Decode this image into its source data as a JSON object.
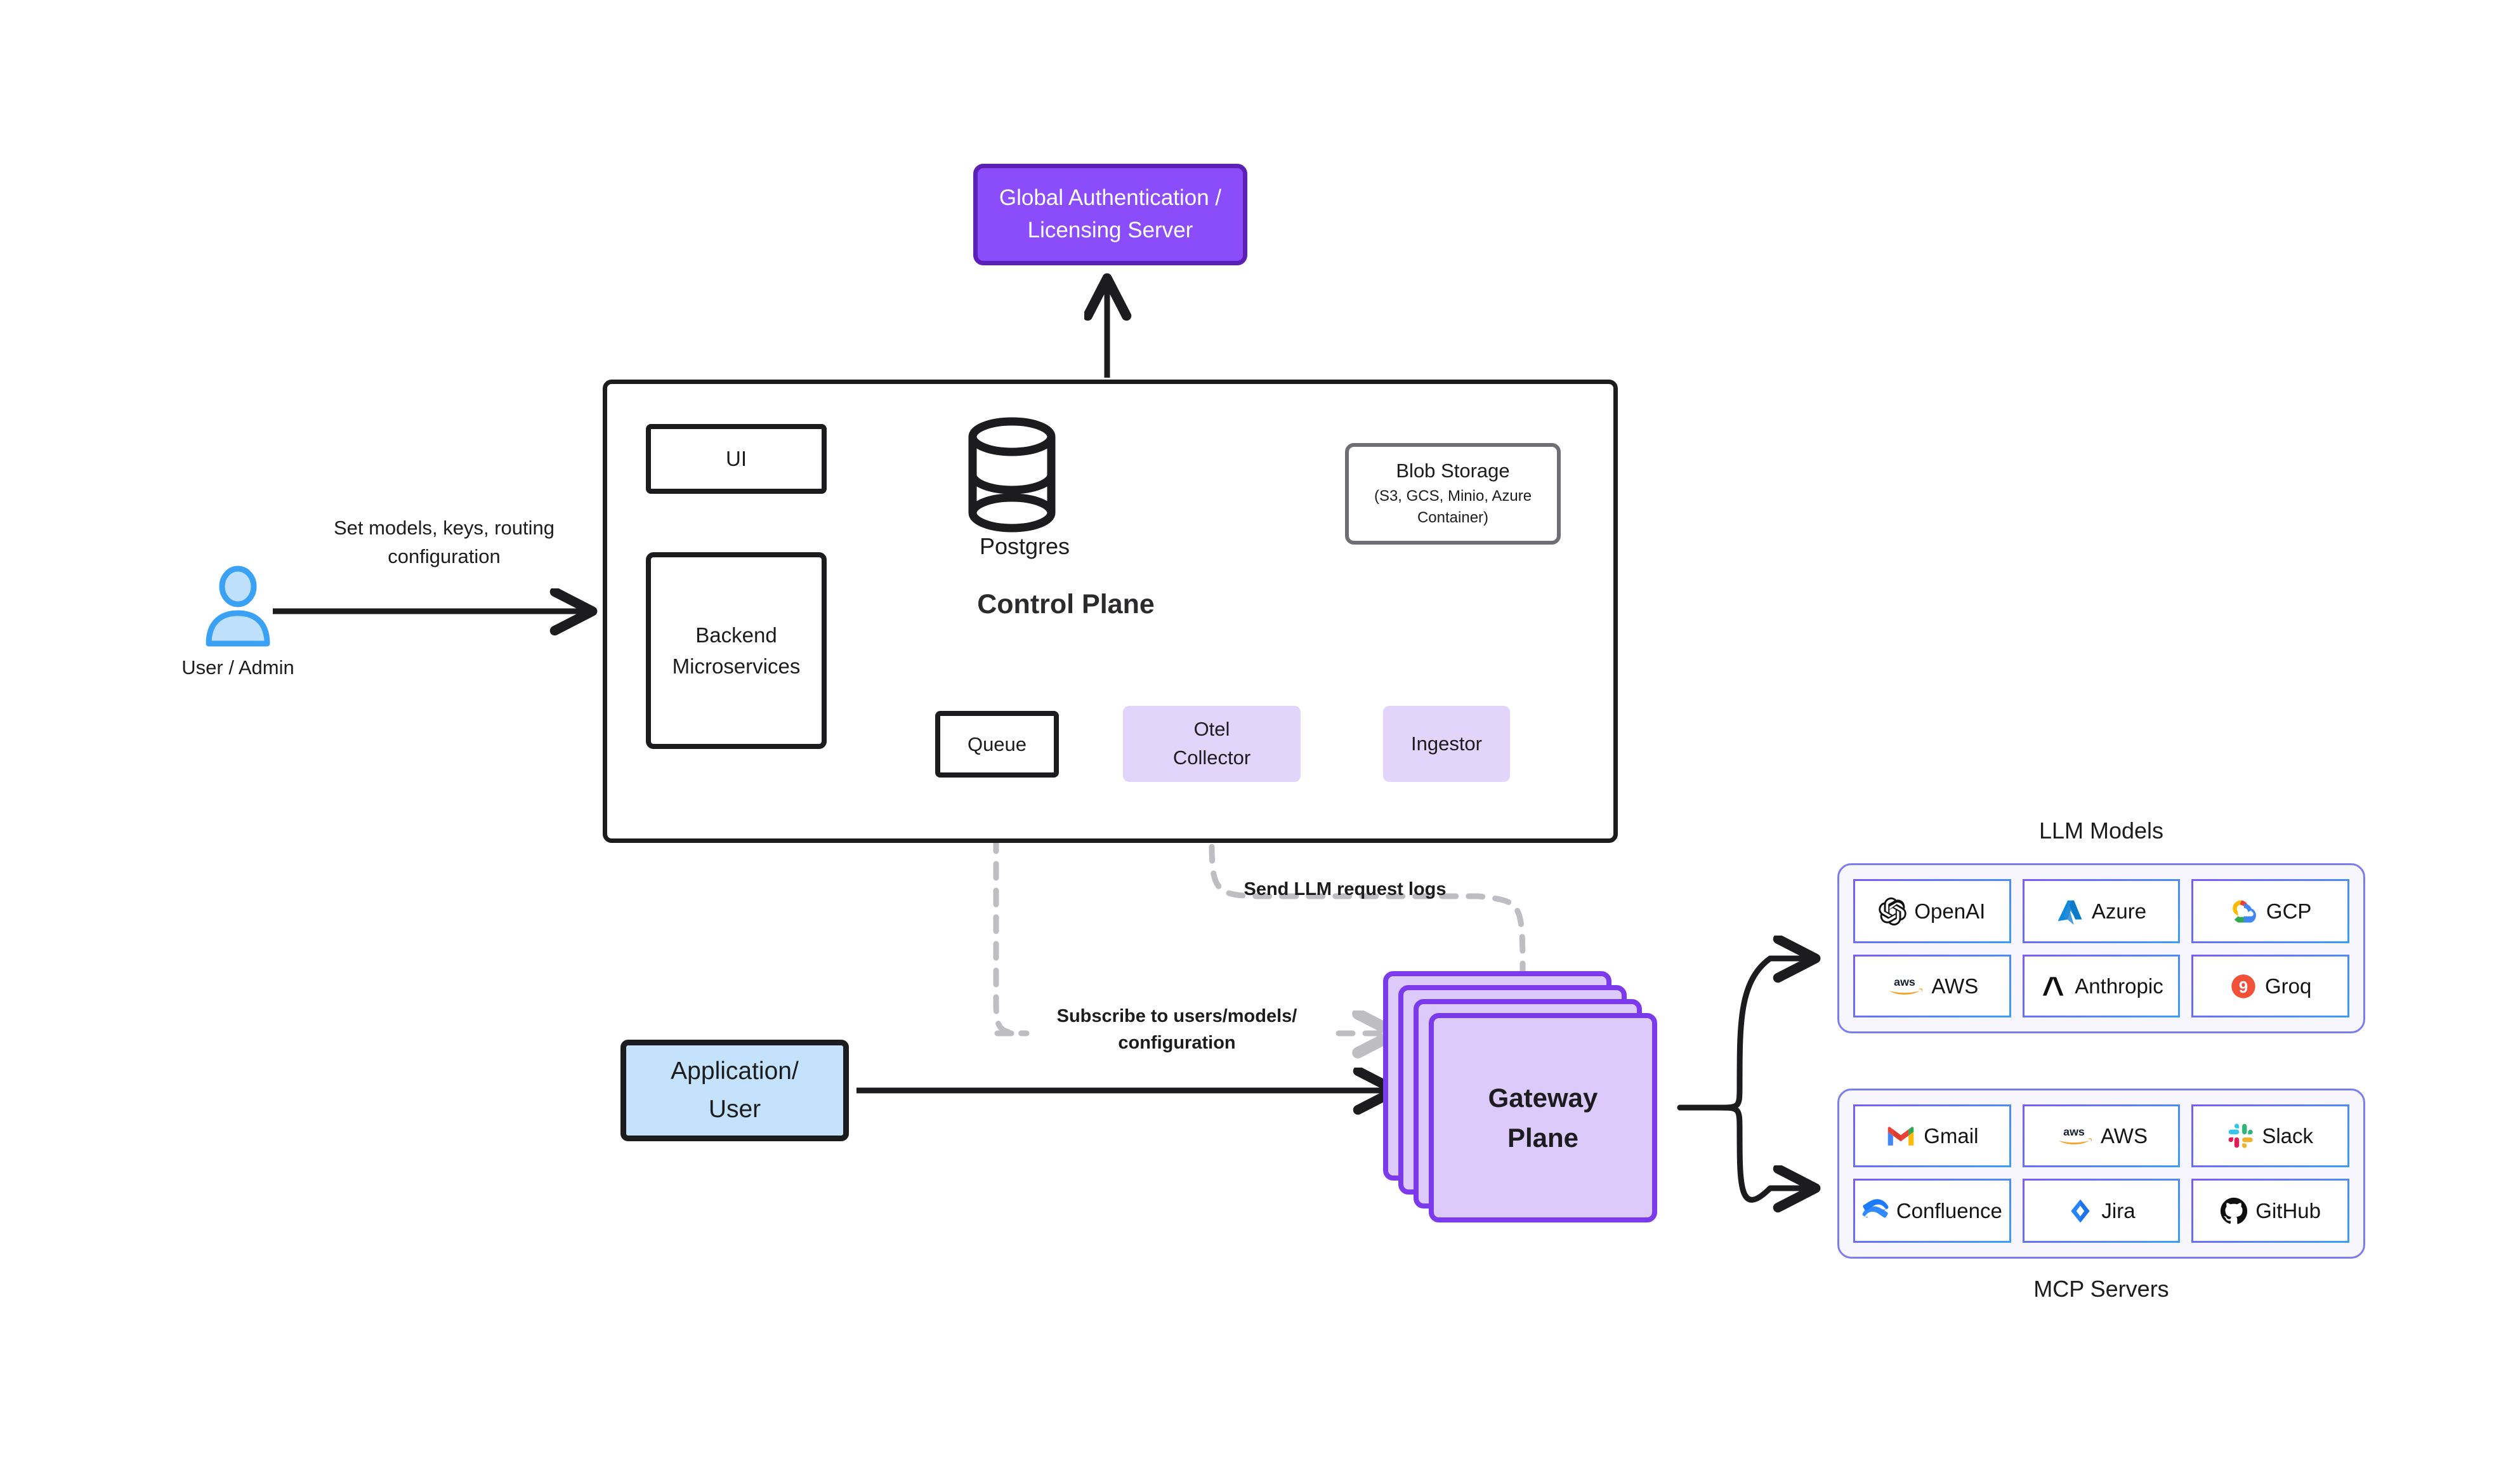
{
  "diagram": {
    "auth": {
      "line1": "Global Authentication /",
      "line2": "Licensing Server"
    },
    "control_plane": {
      "title": "Control Plane",
      "ui": "UI",
      "backend_line1": "Backend",
      "backend_line2": "Microservices",
      "postgres": "Postgres",
      "queue": "Queue",
      "blob_title": "Blob Storage",
      "blob_sub": "(S3, GCS, Minio, Azure Container)",
      "otel_line1": "Otel",
      "otel_line2": "Collector",
      "ingestor": "Ingestor"
    },
    "actors": {
      "user_admin": "User / Admin",
      "set_models_label": "Set models, keys, routing configuration",
      "application_line1": "Application/",
      "application_line2": "User"
    },
    "gateway": {
      "line1": "Gateway",
      "line2": "Plane"
    },
    "flows": {
      "send_logs": "Send LLM request logs",
      "subscribe": "Subscribe to users/models/ configuration"
    },
    "llm_models": {
      "title": "LLM Models",
      "items": [
        {
          "label": "OpenAI",
          "icon": "openai-logo"
        },
        {
          "label": "Azure",
          "icon": "azure-logo"
        },
        {
          "label": "GCP",
          "icon": "gcp-logo"
        },
        {
          "label": "AWS",
          "icon": "aws-logo"
        },
        {
          "label": "Anthropic",
          "icon": "anthropic-logo"
        },
        {
          "label": "Groq",
          "icon": "groq-logo"
        }
      ]
    },
    "mcp_servers": {
      "title": "MCP Servers",
      "items": [
        {
          "label": "Gmail",
          "icon": "gmail-logo"
        },
        {
          "label": "AWS",
          "icon": "aws-logo"
        },
        {
          "label": "Slack",
          "icon": "slack-logo"
        },
        {
          "label": "Confluence",
          "icon": "confluence-logo"
        },
        {
          "label": "Jira",
          "icon": "jira-logo"
        },
        {
          "label": "GitHub",
          "icon": "github-logo"
        }
      ]
    },
    "colors": {
      "auth_fill": "#8B4DFB",
      "auth_border": "#5B21B6",
      "gateway_fill": "#DCCBFA",
      "gateway_border": "#7C3AED",
      "otel_fill": "#E2D4FB",
      "app_fill": "#C4E2FB",
      "panel_border": "#7C7CF0",
      "panel_bg": "#F7F6FE",
      "stroke_dark": "#1C1C1E",
      "stroke_gray": "#808085",
      "stroke_dash": "#BDBDC2"
    }
  }
}
